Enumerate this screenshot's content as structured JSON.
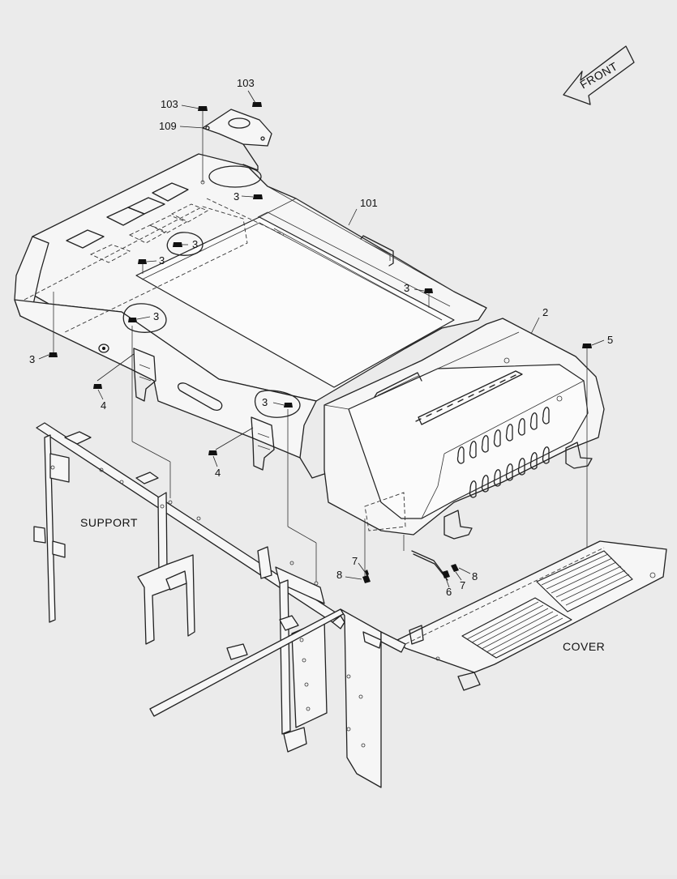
{
  "labels": {
    "front": "FRONT",
    "support": "SUPPORT",
    "cover": "COVER",
    "p103a": "103",
    "p103b": "103",
    "p109": "109",
    "p101": "101",
    "p2": "2",
    "p5": "5",
    "p3a": "3",
    "p3b": "3",
    "p3c": "3",
    "p3d": "3",
    "p3e": "3",
    "p3f": "3",
    "p3g": "3",
    "p4a": "4",
    "p4b": "4",
    "p7a": "7",
    "p8a": "8",
    "p6": "6",
    "p7b": "7",
    "p8b": "8"
  }
}
